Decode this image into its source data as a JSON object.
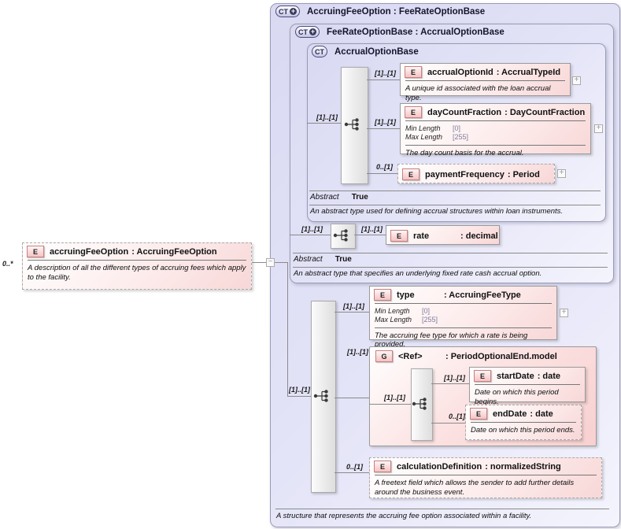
{
  "badges": {
    "ct": "CT",
    "e": "E",
    "g": "G"
  },
  "symbols": {
    "expand": "+",
    "collapse": "−",
    "plus_badge": "+"
  },
  "source": {
    "cardinality": "0..*",
    "name": "accruingFeeOption",
    "type": ": AccruingFeeOption",
    "description": "A description of all the different types of accruing fees which apply to the facility."
  },
  "outer": {
    "title": "AccruingFeeOption : FeeRateOptionBase",
    "footer": "A structure that represents the accruing fee option associated within a facility."
  },
  "feerate": {
    "title": "FeeRateOptionBase : AccrualOptionBase",
    "cardinality_left": "[1]..[1]",
    "cardinality_right": "[1]..[1]",
    "rate": {
      "name": "rate",
      "type": ": decimal"
    },
    "abstract_label": "Abstract",
    "abstract_value": "True",
    "note": "An abstract type that specifies an underlying fixed rate cash accrual option."
  },
  "accrual": {
    "title": "AccrualOptionBase",
    "cardinality": "[1]..[1]",
    "abstract_label": "Abstract",
    "abstract_value": "True",
    "note": "An abstract type used for defining accrual structures within loan instruments.",
    "children": [
      {
        "cardinality": "[1]..[1]",
        "name": "accrualOptionId",
        "type": ": AccrualTypeId",
        "description": "A unique id associated with the loan accrual type."
      },
      {
        "cardinality": "[1]..[1]",
        "name": "dayCountFraction",
        "type": ": DayCountFraction",
        "facets": [
          {
            "label": "Min Length",
            "value": "[0]"
          },
          {
            "label": "Max Length",
            "value": "[255]"
          }
        ],
        "description": "The day count basis for the accrual."
      },
      {
        "cardinality": "0..[1]",
        "name": "paymentFrequency",
        "type": ": Period"
      }
    ]
  },
  "main": {
    "cardinality": "[1]..[1]",
    "type_el": {
      "cardinality": "[1]..[1]",
      "name": "type",
      "type": ": AccruingFeeType",
      "facets": [
        {
          "label": "Min Length",
          "value": "[0]"
        },
        {
          "label": "Max Length",
          "value": "[255]"
        }
      ],
      "description": "The accruing fee type for which a rate is being provided."
    },
    "ref": {
      "cardinality": "[1]..[1]",
      "name": "<Ref>",
      "type": ": PeriodOptionalEnd.model",
      "inner_cardinality": "[1]..[1]",
      "start": {
        "cardinality": "[1]..[1]",
        "name": "startDate",
        "type": ": date",
        "description": "Date on which this period begins."
      },
      "end": {
        "cardinality": "0..[1]",
        "name": "endDate",
        "type": ": date",
        "description": "Date on which this period ends."
      }
    },
    "calc": {
      "cardinality": "0..[1]",
      "name": "calculationDefinition",
      "type": ": normalizedString",
      "description": "A freetext field which allows the sender to add further details around the business event."
    }
  }
}
